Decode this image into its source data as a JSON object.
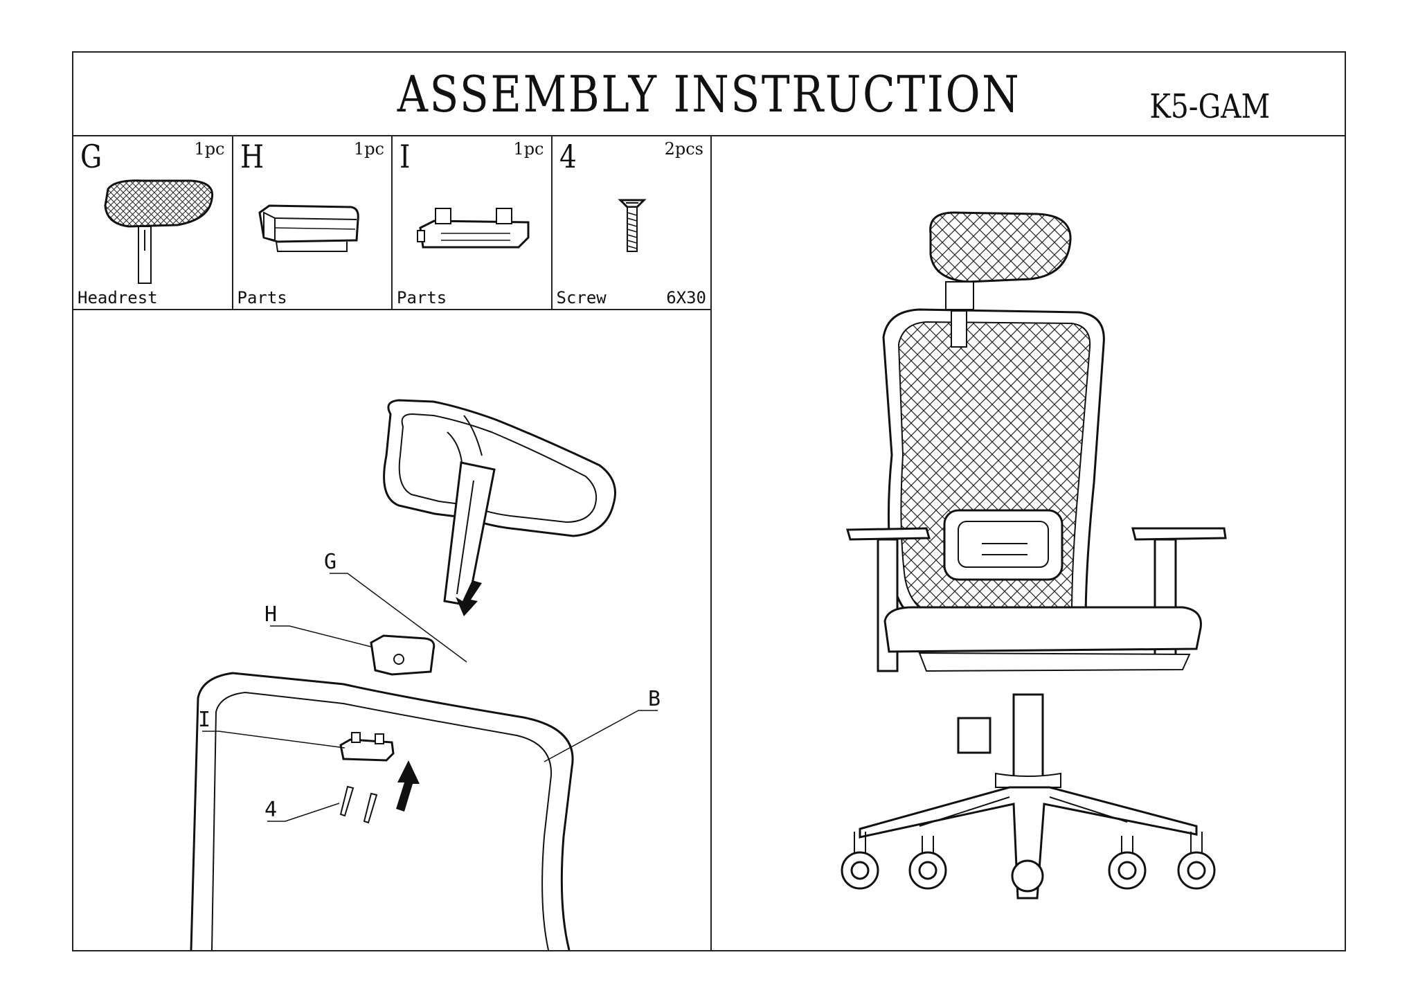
{
  "header": {
    "title": "ASSEMBLY INSTRUCTION",
    "model": "K5-GAM"
  },
  "parts": [
    {
      "letter": "G",
      "qty": "1pc",
      "name": "Headrest",
      "spec": "",
      "icon": "headrest-icon"
    },
    {
      "letter": "H",
      "qty": "1pc",
      "name": "Parts",
      "spec": "",
      "icon": "bracket-h-icon"
    },
    {
      "letter": "I",
      "qty": "1pc",
      "name": "Parts",
      "spec": "",
      "icon": "bracket-i-icon"
    },
    {
      "letter": "4",
      "qty": "2pcs",
      "name": "Screw",
      "spec": "6X30",
      "icon": "screw-icon"
    }
  ],
  "callouts": {
    "g": "G",
    "h": "H",
    "i": "I",
    "four": "4",
    "b": "B"
  }
}
